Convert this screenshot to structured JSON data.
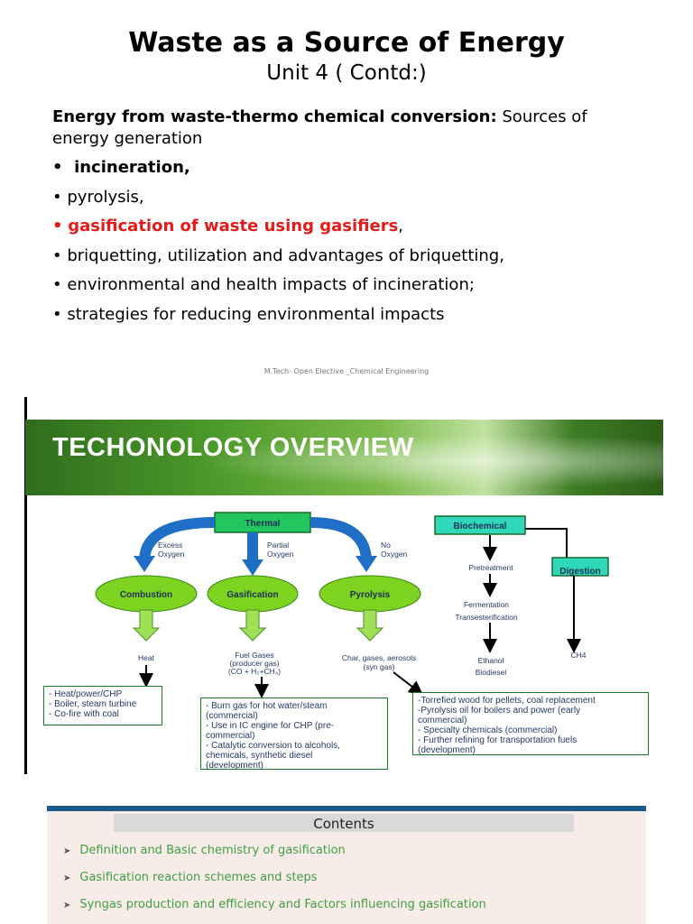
{
  "slide1": {
    "title": "Waste as a Source of Energy",
    "subtitle": "Unit 4 ( Contd:)",
    "intro_bold": "Energy from waste-thermo chemical conversion:",
    "intro_rest": " Sources of energy generation",
    "bullets": [
      {
        "text": "incineration,",
        "style": "bold"
      },
      {
        "text": "pyrolysis,",
        "style": "normal"
      },
      {
        "text": "gasification of waste using gasifiers",
        "suffix": ",",
        "style": "red"
      },
      {
        "text": "briquetting, utilization and advantages of briquetting,",
        "style": "normal"
      },
      {
        "text": "environmental and health impacts of incineration;",
        "style": "normal"
      },
      {
        "text": "strategies for reducing environmental impacts",
        "style": "normal"
      }
    ],
    "bullet_char": "•",
    "footer": "M.Tech- Open Elective _Chemical Engineering",
    "accent_color": "#e41b1b"
  },
  "slide2": {
    "banner_title": "TECHONOLOGY OVERVIEW",
    "diagram": {
      "thermal": "Thermal",
      "biochemical": "Biochemical",
      "digestion": "Digestion",
      "branches": [
        {
          "condition": [
            "Excess",
            "Oxygen"
          ],
          "process": "Combustion",
          "output": [
            "Heat"
          ]
        },
        {
          "condition": [
            "Partial",
            "Oxygen"
          ],
          "process": "Gasification",
          "output": [
            "Fuel Gases",
            "(producer gas)",
            "(CO + H₂+CH₄)"
          ]
        },
        {
          "condition": [
            "No",
            "Oxygen"
          ],
          "process": "Pyrolysis",
          "output": [
            "Char, gases, aerosols",
            "(syn gas)"
          ]
        }
      ],
      "bio_steps": {
        "pretreatment": "Pretreatment",
        "fermentation": "Fermentation",
        "transesterification": "Transesterification",
        "products": [
          "Ethanol",
          "Biodiesel"
        ],
        "digestion_product": "CH4"
      },
      "boxes": {
        "combustion": [
          "- Heat/power/CHP",
          "- Boiler, steam turbine",
          "- Co-fire with coal"
        ],
        "gasification": [
          "- Burn gas for hot water/steam",
          "(commercial)",
          "- Use in IC engine for CHP (pre-",
          "commercial)",
          "- Catalytic conversion to alcohols,",
          "chemicals, synthetic diesel",
          "(development)"
        ],
        "pyrolysis": [
          "-Torrefied wood for pellets, coal replacement",
          "-Pyrolysis oil for boilers and power (early",
          "commercial)",
          "- Specialty chemicals (commercial)",
          "- Further refining for transportation fuels",
          "(development)"
        ]
      },
      "colors": {
        "box_fill": "#22c55e",
        "ellipse_fill": "#7ed321",
        "arrow_blue": "#1f6fc7",
        "bio_fill": "#2ed8b8"
      }
    }
  },
  "slide3": {
    "header": "Contents",
    "items": [
      "Definition and Basic chemistry of gasification",
      "Gasification reaction schemes and steps",
      "Syngas production and efficiency and Factors influencing gasification"
    ],
    "bullet_icon": "arrow-bullet-icon"
  }
}
